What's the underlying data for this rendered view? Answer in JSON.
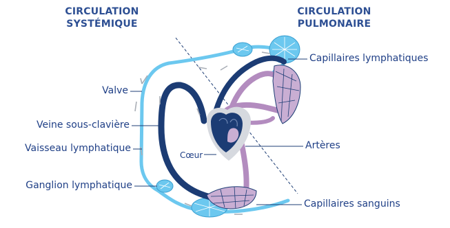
{
  "headings": {
    "systemic_line1": "CIRCULATION",
    "systemic_line2": "SYSTÉMIQUE",
    "pulmonary_line1": "CIRCULATION",
    "pulmonary_line2": "PULMONAIRE"
  },
  "labels": {
    "lymph_capillaries": "Capillaires lymphatiques",
    "valve": "Valve",
    "subclavian_vein": "Veine sous-clavière",
    "lymph_vessel": "Vaisseau lymphatique",
    "heart": "Cœur",
    "arteries": "Artères",
    "lymph_node": "Ganglion lymphatique",
    "blood_capillaries": "Capillaires sanguins"
  },
  "colors": {
    "heading": "#2d4f93",
    "label": "#1f3f86",
    "lymph": "#6cc8ef",
    "vein": "#1c3c74",
    "artery": "#b38cbf",
    "heart_bg": "#d6d9df",
    "flow_arrow": "#a9aeb6"
  }
}
